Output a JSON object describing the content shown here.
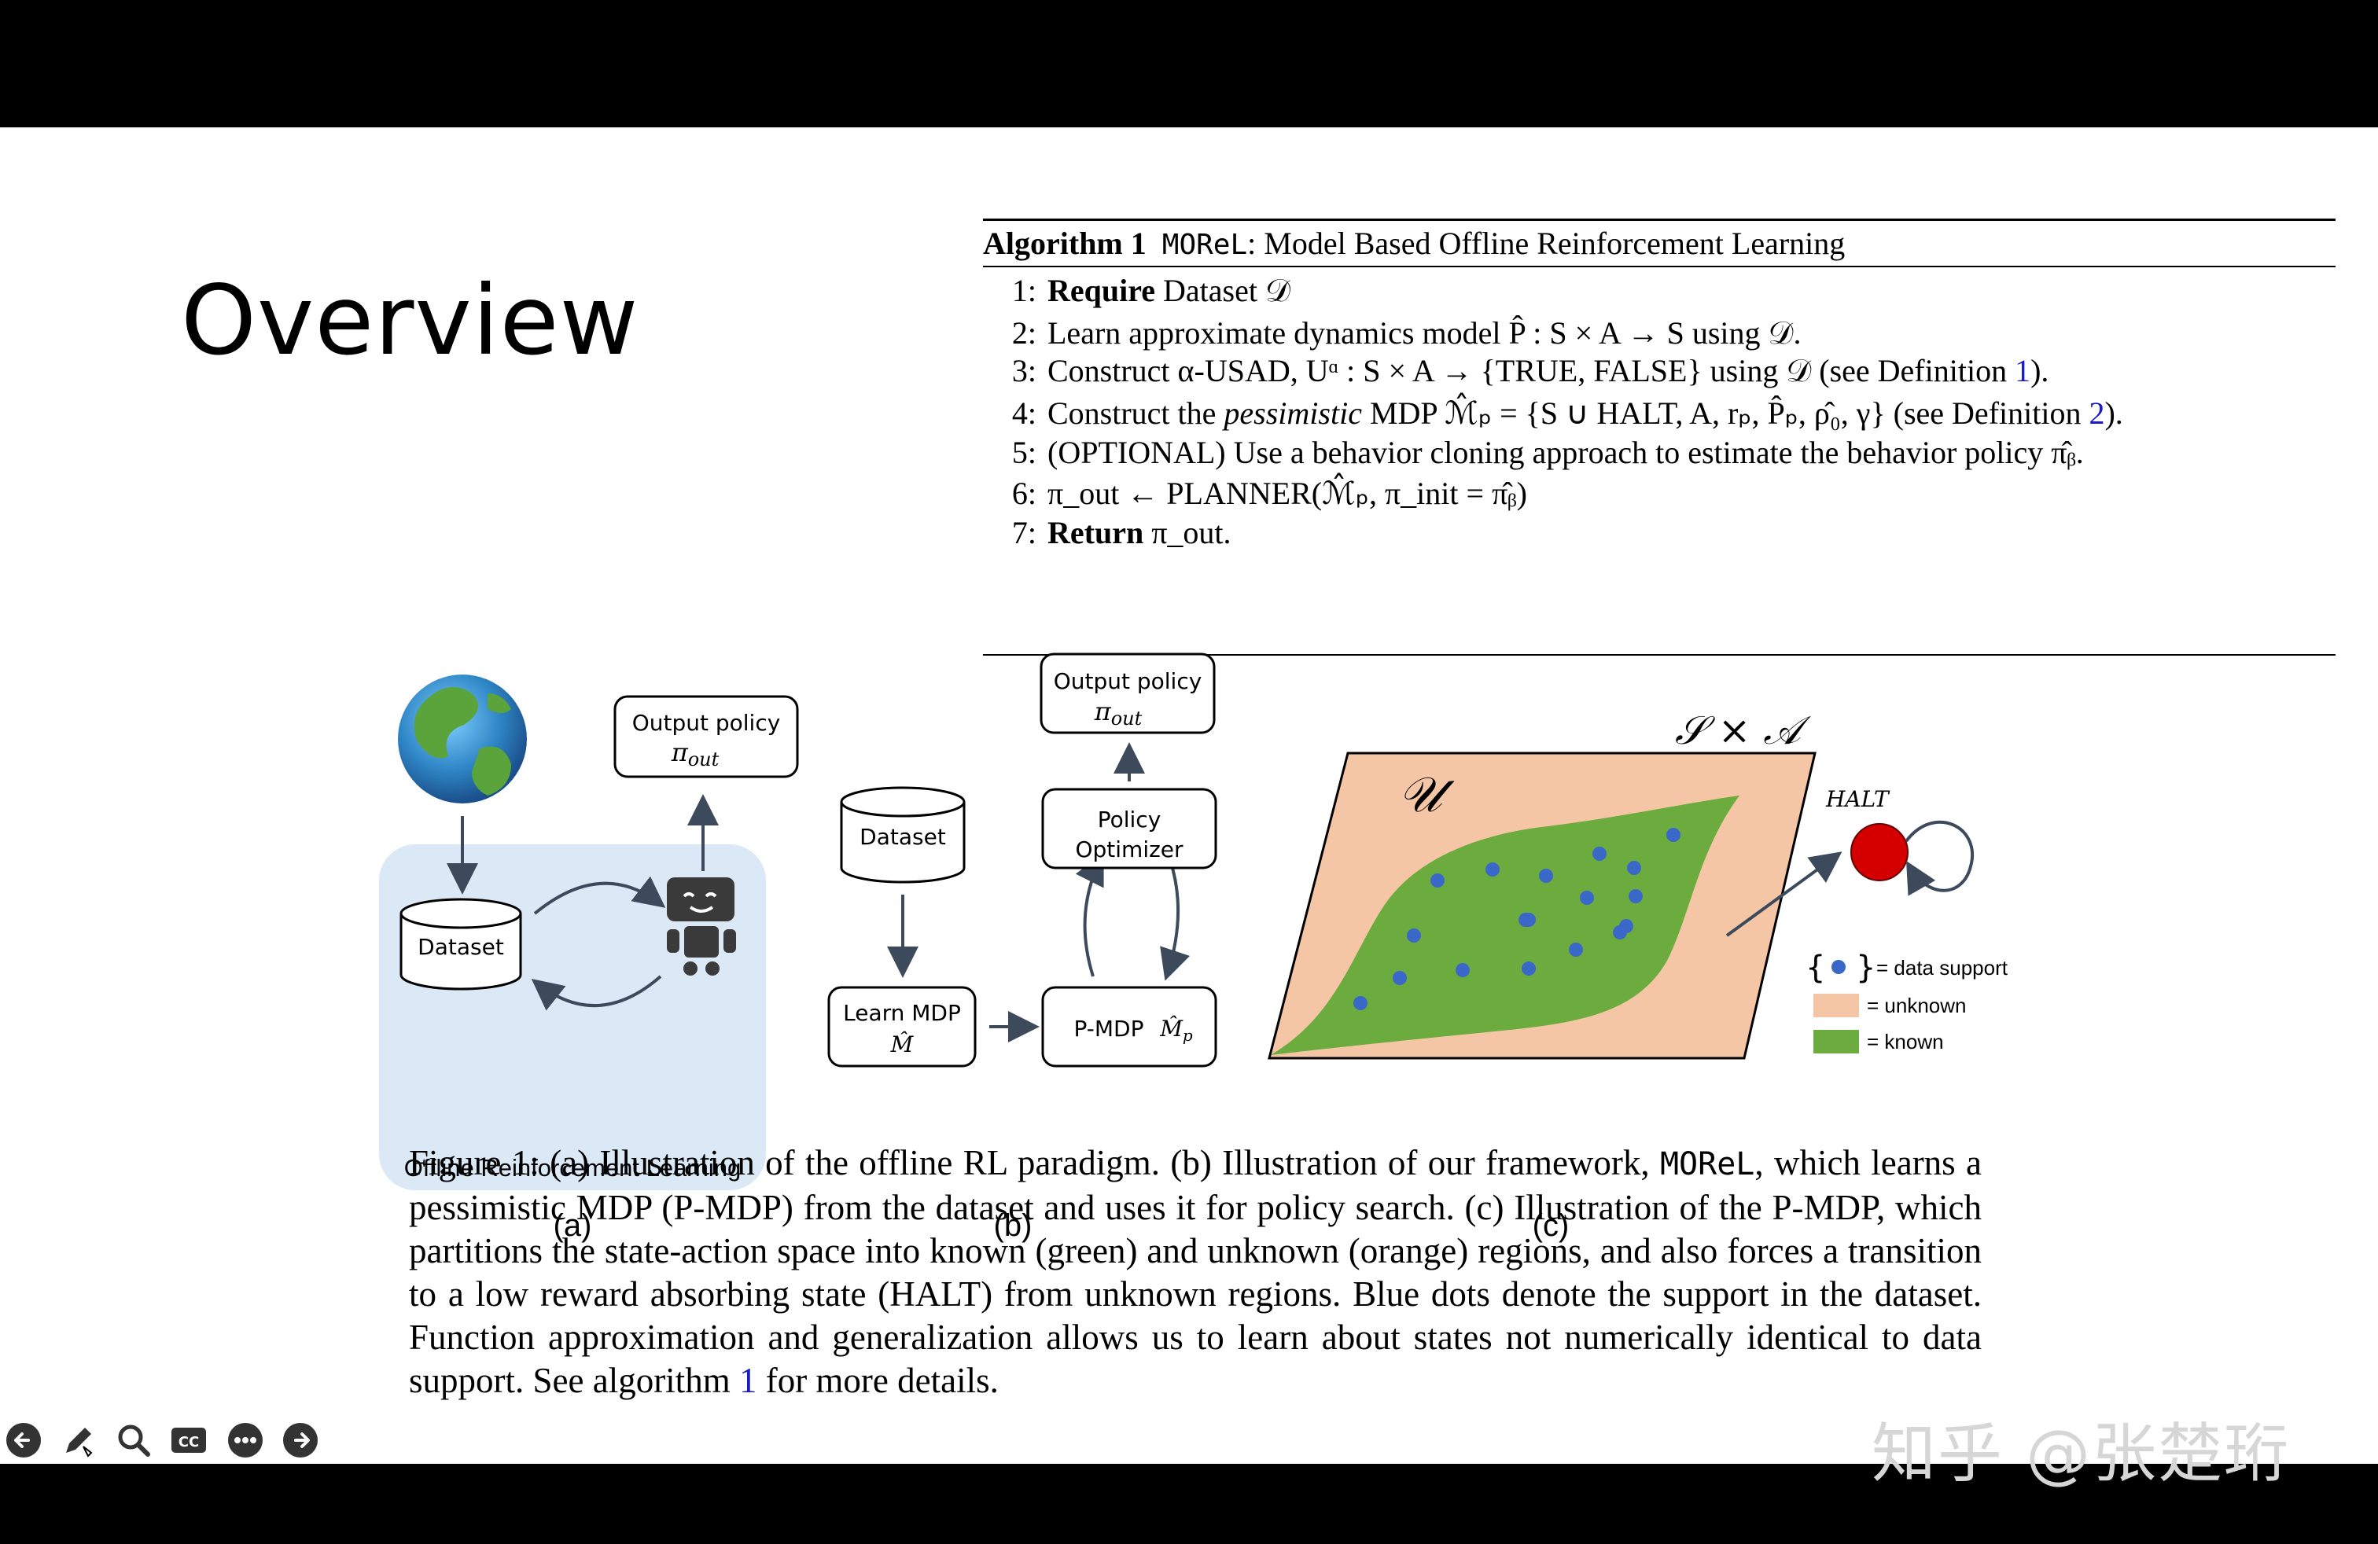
{
  "slide": {
    "title": "Overview"
  },
  "algorithm": {
    "label": "Algorithm 1",
    "name": "MOReL",
    "heading_rest": ": Model Based Offline Reinforcement Learning",
    "lines": [
      {
        "num": "1:",
        "bold": "Require",
        "text": " Dataset 𝒟"
      },
      {
        "num": "2:",
        "bold": "",
        "text": "Learn approximate dynamics model P̂ : S × A → S using 𝒟."
      },
      {
        "num": "3:",
        "bold": "",
        "text": "Construct α-USAD, Uᵅ : S × A → {TRUE, FALSE} using 𝒟  (see Definition ",
        "ref": "1",
        "tail": ")."
      },
      {
        "num": "4:",
        "bold": "",
        "text_pre": "Construct the ",
        "italic": "pessimistic",
        "text": " MDP ℳ̂ₚ = {S ∪ HALT, A, rₚ, P̂ₚ, ρ̂₀, γ}  (see Definition ",
        "ref": "2",
        "tail": ")."
      },
      {
        "num": "5:",
        "bold": "",
        "text": "(OPTIONAL) Use a behavior cloning approach to estimate the behavior policy π̂ᵦ."
      },
      {
        "num": "6:",
        "bold": "",
        "text": "π_out ← PLANNER(ℳ̂ₚ, π_init = π̂ᵦ)"
      },
      {
        "num": "7:",
        "bold": "Return",
        "text": " π_out."
      }
    ]
  },
  "figure": {
    "a": {
      "label": "(a)",
      "output_policy": "Output policy",
      "pi_out": "π",
      "pi_out_sub": "out",
      "dataset": "Dataset",
      "offline_rl": "Offline Reinforcement Learning"
    },
    "b": {
      "label": "(b)",
      "output_policy": "Output policy",
      "pi_out": "π",
      "pi_out_sub": "out",
      "dataset": "Dataset",
      "policy_optimizer_1": "Policy",
      "policy_optimizer_2": "Optimizer",
      "learn_mdp": "Learn MDP",
      "m_hat": "M̂",
      "pmdp": "P-MDP",
      "m_hat_p": "M̂",
      "m_hat_p_sub": "p"
    },
    "c": {
      "label": "(c)",
      "space": "𝒮 × 𝒜",
      "u": "𝒰",
      "halt": "HALT",
      "legend_data_open": "{",
      "legend_data_close": "}",
      "legend_data": "= data support",
      "legend_unknown": "= unknown",
      "legend_known": "= known"
    },
    "colors": {
      "unknown": "#f5c6a5",
      "known": "#6cab3d",
      "dot": "#3a68c8",
      "halt": "#d40000",
      "panel_bg": "#dbe9f6",
      "arrow": "#3d4a5c"
    }
  },
  "caption": {
    "p1": "Figure 1: (a) Illustration of the offline RL paradigm. (b) Illustration of our framework, ",
    "mono": "MOReL",
    "p2": ", which learns a pessimistic MDP (P-MDP) from the dataset and uses it for policy search. (c) Illustration of the P-MDP, which partitions the state-action space into known (green) and unknown (orange) regions, and also forces a transition to a low reward absorbing state (HALT) from unknown regions. Blue dots denote the support in the dataset. Function approximation and generalization allows us to learn about states not numerically identical to data support. See algorithm ",
    "ref": "1",
    "p3": " for more details."
  },
  "toolbar": {
    "buttons": [
      "back-arrow-icon",
      "pen-icon",
      "search-icon",
      "cc-icon",
      "more-icon",
      "forward-arrow-icon"
    ],
    "cc_text": "CC"
  },
  "watermark": "知乎 @张楚珩"
}
